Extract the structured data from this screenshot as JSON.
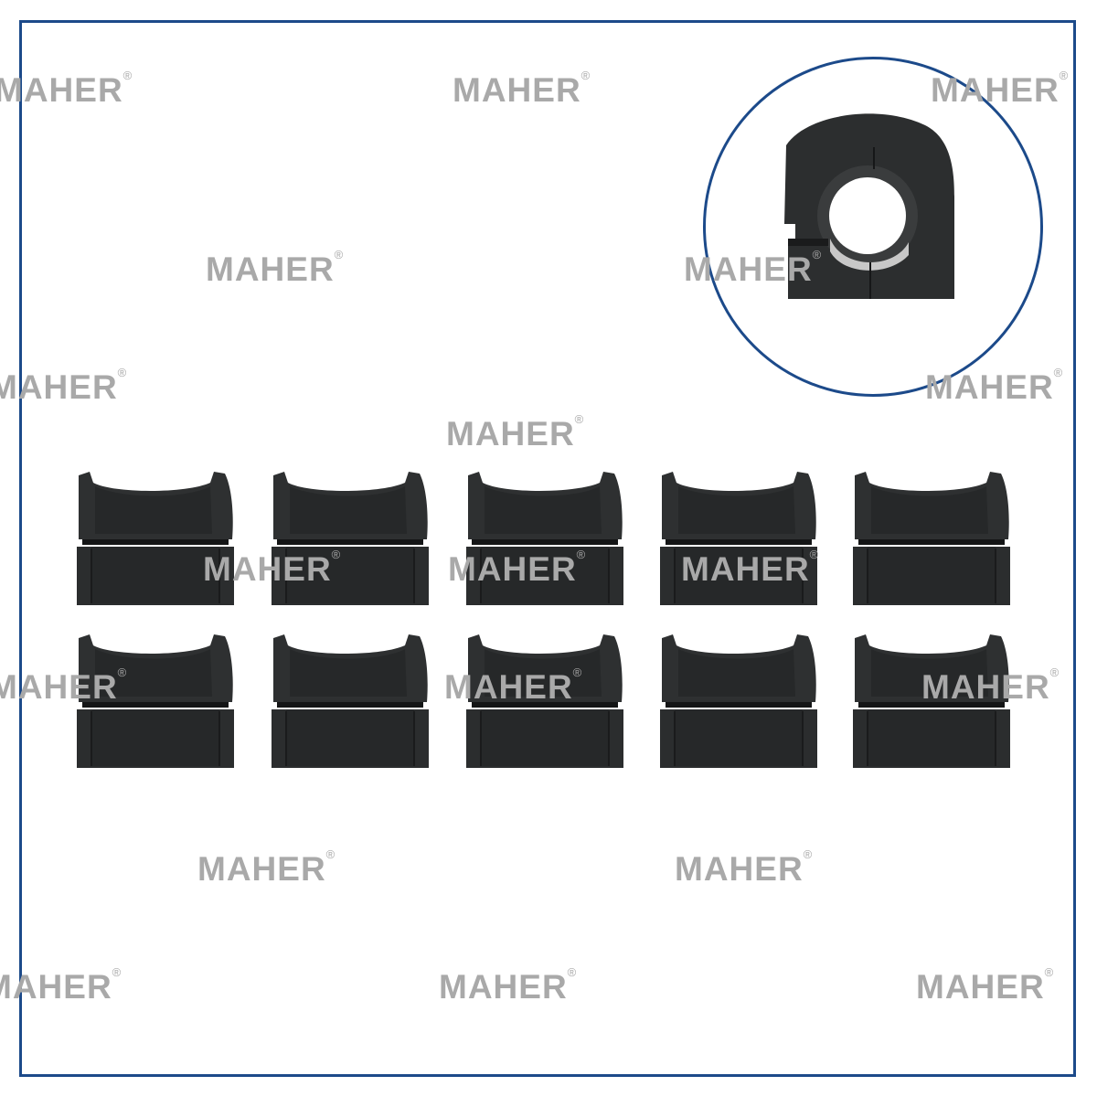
{
  "brand": {
    "watermark_text": "MAHER",
    "watermark_mark": "®",
    "frame_color": "#1c4a8a",
    "watermark_color": "#a9a9a9",
    "part_color": "#2b2d2e"
  },
  "product": {
    "bushing_count": 10,
    "rows": 2,
    "columns": 5,
    "inset": "close-up of single stabilizer bushing"
  }
}
